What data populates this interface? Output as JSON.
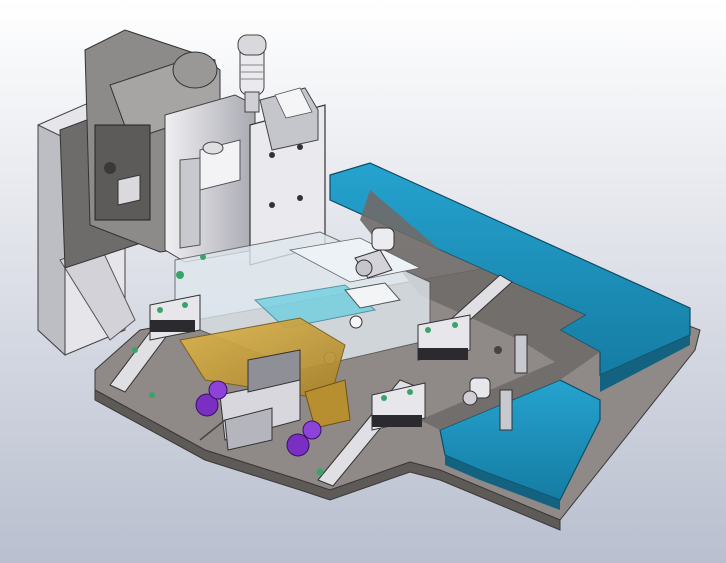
{
  "viewport": {
    "background_top": "#ffffff",
    "background_bottom": "#b9bfcf"
  },
  "colors": {
    "plate_gray": "#8f8a88",
    "plate_dark": "#5e5a58",
    "steel_light": "#e2e2e6",
    "steel_mid": "#b9b9c0",
    "steel_dark": "#7e7e88",
    "blue_tray": "#1f8fb8",
    "blue_tray_dark": "#13627f",
    "gold_block": "#c9a23c",
    "gold_block_dark": "#8e6f21",
    "purple_fitting": "#7a2fc2",
    "rail_black": "#2b2b2f",
    "glass": "#dfe8ee"
  },
  "icons": {
    "micrometer": "micrometer-knob",
    "fittings": "pneumatic-fitting",
    "connector": "db-connector"
  }
}
